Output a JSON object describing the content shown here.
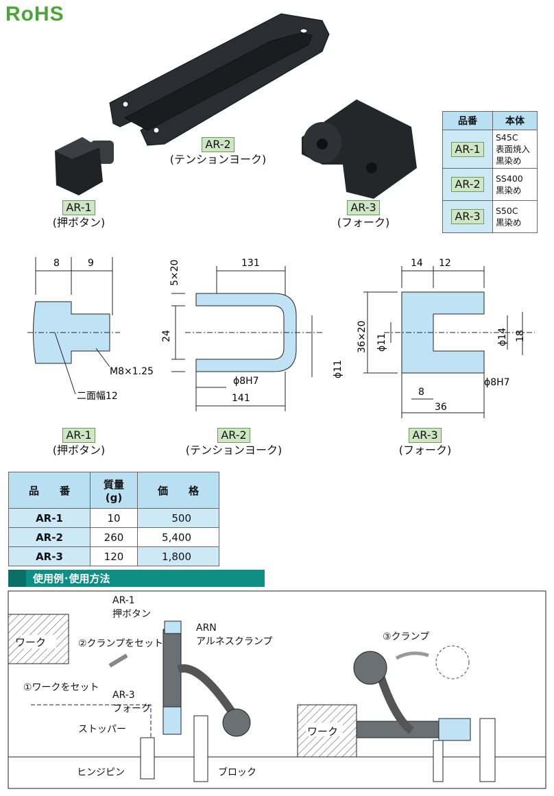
{
  "badge": {
    "rohs": "RoHS"
  },
  "photos": {
    "ar1": {
      "code": "AR-1",
      "name": "(押ボタン)"
    },
    "ar2": {
      "code": "AR-2",
      "name": "(テンションヨーク)"
    },
    "ar3": {
      "code": "AR-3",
      "name": "(フォーク)"
    }
  },
  "material_table": {
    "headers": [
      "品番",
      "本体"
    ],
    "rows": [
      {
        "code": "AR-1",
        "material": [
          "S45C",
          "表面焼入",
          "黒染め"
        ]
      },
      {
        "code": "AR-2",
        "material": [
          "SS400",
          "黒染め"
        ]
      },
      {
        "code": "AR-3",
        "material": [
          "S50C",
          "黒染め"
        ]
      }
    ]
  },
  "drawings": {
    "ar1": {
      "dims": [
        "8",
        "9"
      ],
      "thread": "M8×1.25",
      "flats": "二面幅12",
      "code": "AR-1",
      "name": "(押ボタン)"
    },
    "ar2": {
      "top": "131",
      "slot": "5×20",
      "gap": "24",
      "hole": "ϕ8H7",
      "bottom": "141",
      "dia": "ϕ11",
      "code": "AR-2",
      "name": "(テンションヨーク)"
    },
    "ar3": {
      "dims": [
        "14",
        "12"
      ],
      "height": "36×20",
      "dia_left": "ϕ11",
      "dia_right": "ϕ14",
      "slot": "18",
      "hole": "ϕ8H7",
      "inner": "8",
      "width": "36",
      "code": "AR-3",
      "name": "(フォーク)"
    }
  },
  "price_table": {
    "headers": [
      "品　　番",
      "質量\n(g)",
      "価　　格"
    ],
    "rows": [
      {
        "code": "AR-1",
        "weight": "10",
        "price": "500"
      },
      {
        "code": "AR-2",
        "weight": "260",
        "price": "5,400"
      },
      {
        "code": "AR-3",
        "weight": "120",
        "price": "1,800"
      }
    ]
  },
  "section": {
    "title": "使用例･使用方法"
  },
  "usage": {
    "ar1_code": "AR-1",
    "ar1_name": "押ボタン",
    "arn_code": "ARN",
    "arn_name": "アルネスクランプ",
    "ar3_code": "AR-3",
    "ar3_name": "フォーク",
    "step1": "①ワークをセット",
    "step2": "②クランプをセット",
    "step3": "③クランプ",
    "work": "ワーク",
    "stopper": "ストッパー",
    "hinge_pin": "ヒンジピン",
    "block": "ブロック"
  }
}
